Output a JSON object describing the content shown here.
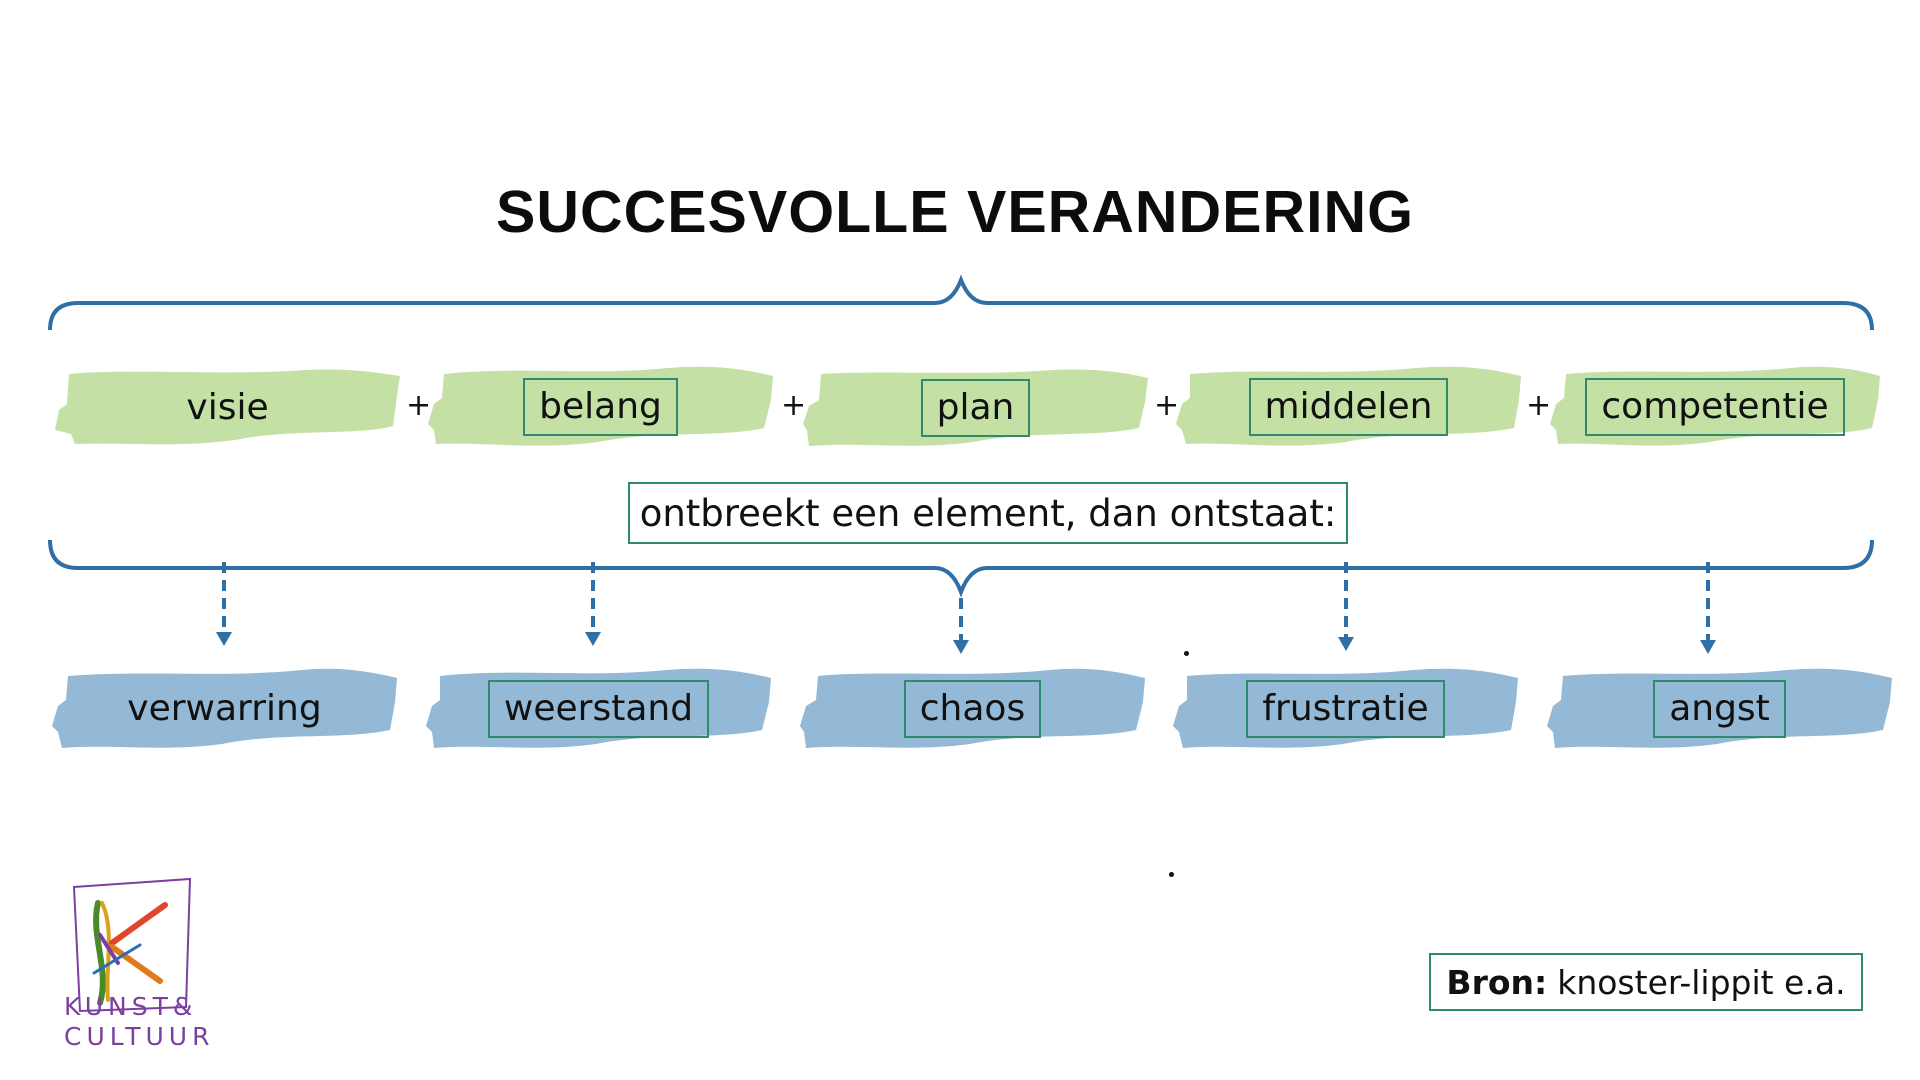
{
  "title": "SUCCESVOLLE VERANDERING",
  "elements": [
    "visie",
    "belang",
    "plan",
    "middelen",
    "competentie"
  ],
  "connector": "+",
  "middle_text": "ontbreekt een element, dan ontstaat:",
  "outcomes": [
    "verwarring",
    "weerstand",
    "chaos",
    "frustratie",
    "angst"
  ],
  "source": {
    "label": "Bron:",
    "value": "knoster-lippit e.a."
  },
  "logo": {
    "line1": "KUNST&",
    "line2": "CULTUUR"
  },
  "colors": {
    "green_blob": "#c5e0a5",
    "blue_blob": "#93b9d6",
    "brace": "#2f6fa5",
    "box_border": "#2f8a6e",
    "logo_purple": "#7b3fa0"
  }
}
